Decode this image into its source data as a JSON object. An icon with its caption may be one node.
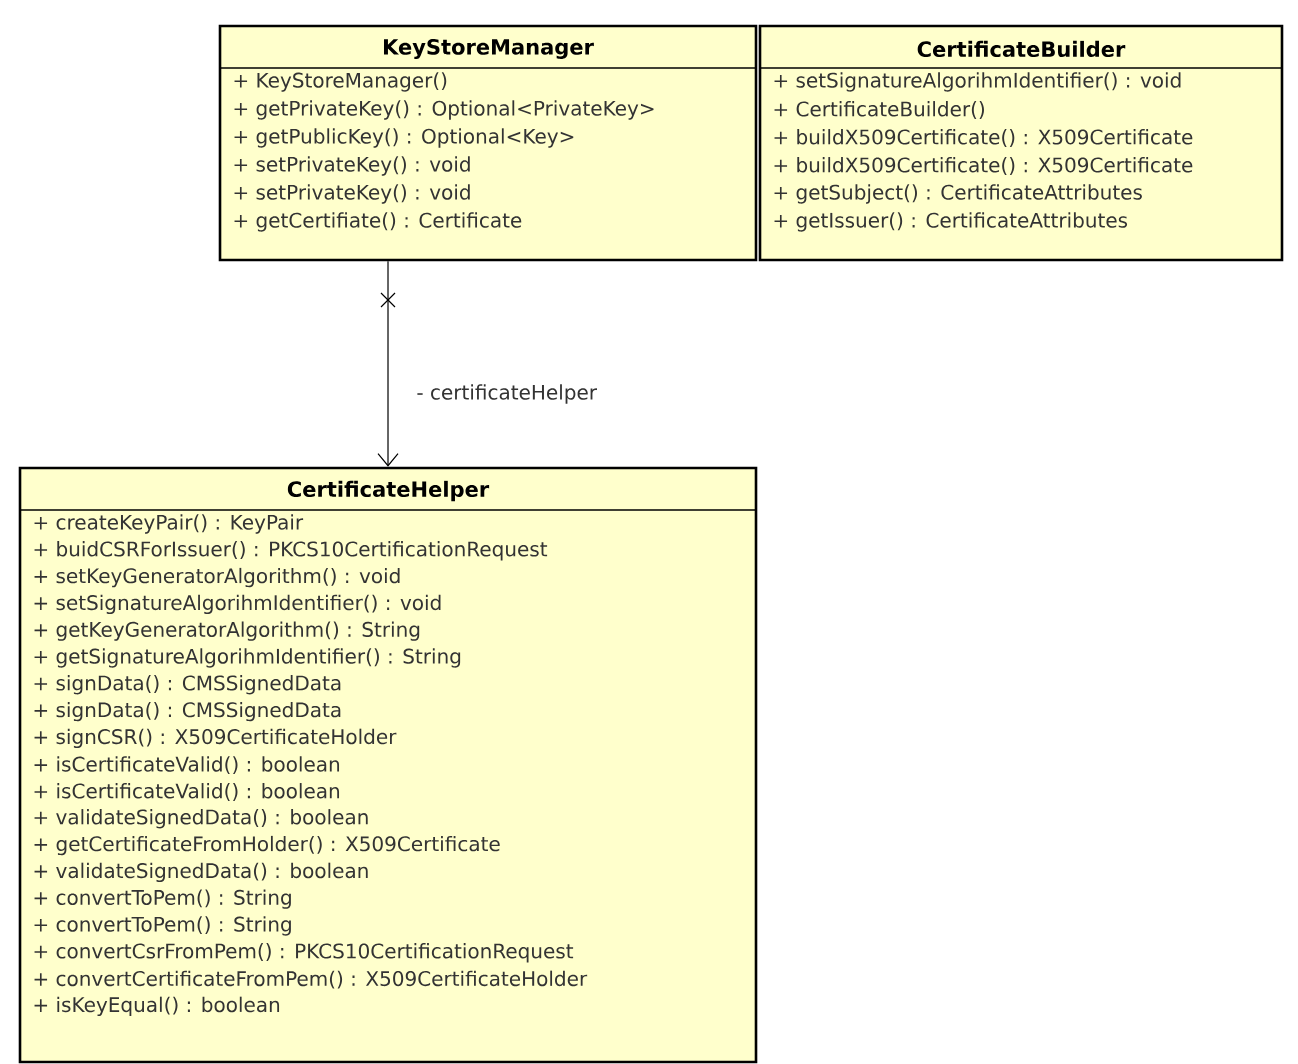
{
  "diagram": {
    "nodes": [
      {
        "text": [
          "KeyStoreManager",
          "+ KeyStoreManager()",
          "+ getPrivateKey() : Optional<PrivateKey>",
          "+ getPublicKey() : Optional<Key>",
          "+ setPrivateKey() : void",
          "+ setPrivateKey() : void",
          "+ getCertifiate() : Certificate"
        ]
      },
      {
        "text": [
          "CertificateBuilder",
          "+ setSignatureAlgorihmIdentifier() : void",
          "+ CertificateBuilder()",
          "+ buildX509Certificate() : X509Certificate",
          "+ buildX509Certificate() : X509Certificate",
          "+ getSubject() : CertificateAttributes",
          "+ getIssuer() : CertificateAttributes"
        ]
      },
      {
        "text": [
          "CertificateHelper",
          "+ createKeyPair() : KeyPair",
          "+ buidCSRForIssuer() : PKCS10CertificationRequest",
          "+ setKeyGeneratorAlgorithm() : void",
          "+ setSignatureAlgorihmIdentifier() : void",
          "+ getKeyGeneratorAlgorithm() : String",
          "+ getSignatureAlgorihmIdentifier() : String",
          "+ signData() : CMSSignedData",
          "+ signData() : CMSSignedData",
          "+ signCSR() : X509CertificateHolder",
          "+ isCertificateValid() : boolean",
          "+ isCertificateValid() : boolean",
          "+ validateSignedData() : boolean",
          "+ getCertificateFromHolder() : X509Certificate",
          "+ validateSignedData() : boolean",
          "+ convertToPem() : String",
          "+ convertToPem() : String",
          "+ convertCsrFromPem() : PKCS10CertificationRequest",
          "+ convertCertificateFromPem() : X509CertificateHolder",
          "+ isKeyEqual() : boolean"
        ]
      }
    ],
    "edges": [
      {
        "from": 0,
        "to": 2,
        "arrow": "to",
        "label": "- certificateHelper"
      }
    ]
  }
}
